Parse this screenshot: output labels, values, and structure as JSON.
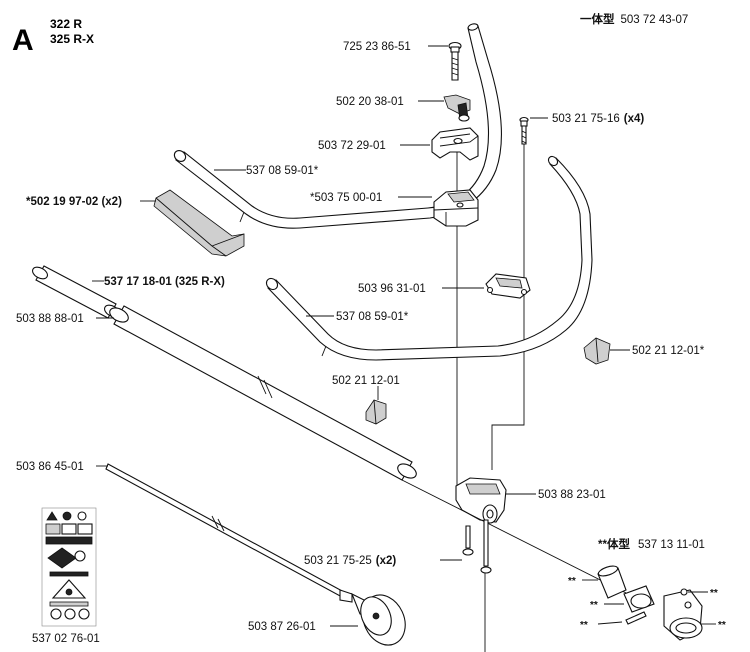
{
  "header": {
    "section_letter": "A",
    "models": [
      "322 R",
      "325 R-X"
    ]
  },
  "labels": {
    "one_piece_top": {
      "prefix": "一体型",
      "part": "503 72 43-07"
    },
    "bolt_top": "725 23 86-51",
    "wing_nut": "502 20 38-01",
    "clamp_top": "503 72 29-01",
    "screw_x4": {
      "part": "503 21 75-16",
      "qty": "(x4)"
    },
    "handle_left": "537 08 59-01*",
    "clamp_mid": "*503 75 00-01",
    "grip_x2": "*502 19 97-02 (x2)",
    "tube_325": "537 17 18-01 (325 R-X)",
    "bracket": "503 96 31-01",
    "tube_main": "503 88 88-01",
    "handle_right": "537 08 59-01*",
    "end_cap_right": "502 21 12-01*",
    "end_cap_left": "502 21 12-01",
    "shaft": "503 86 45-01",
    "clamp_bottom": "503 88 23-01",
    "one_piece_bottom": {
      "prefix": "**体型",
      "part": "537 13 11-01"
    },
    "screw_x2": {
      "part": "503 21 75-25",
      "qty": "(x2)"
    },
    "end_drive": "503 87 26-01",
    "decal_sheet": "537 02 76-01"
  },
  "markers": [
    "**",
    "**",
    "**",
    "**",
    "**"
  ]
}
